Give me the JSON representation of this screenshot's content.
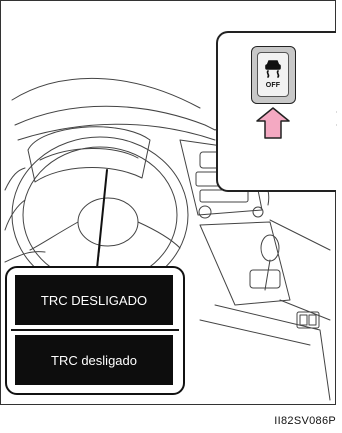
{
  "inset": {
    "switch_label": "OFF",
    "switch_icon": "traction-control-skid-icon"
  },
  "displays": {
    "upper_text": "TRC DESLIGADO",
    "lower_text": "TRC desligado"
  },
  "figure_code": "II82SV086P",
  "colors": {
    "arrow": "#f4a9c2",
    "display_bg": "#0d0d0d",
    "display_text": "#ffffff"
  }
}
